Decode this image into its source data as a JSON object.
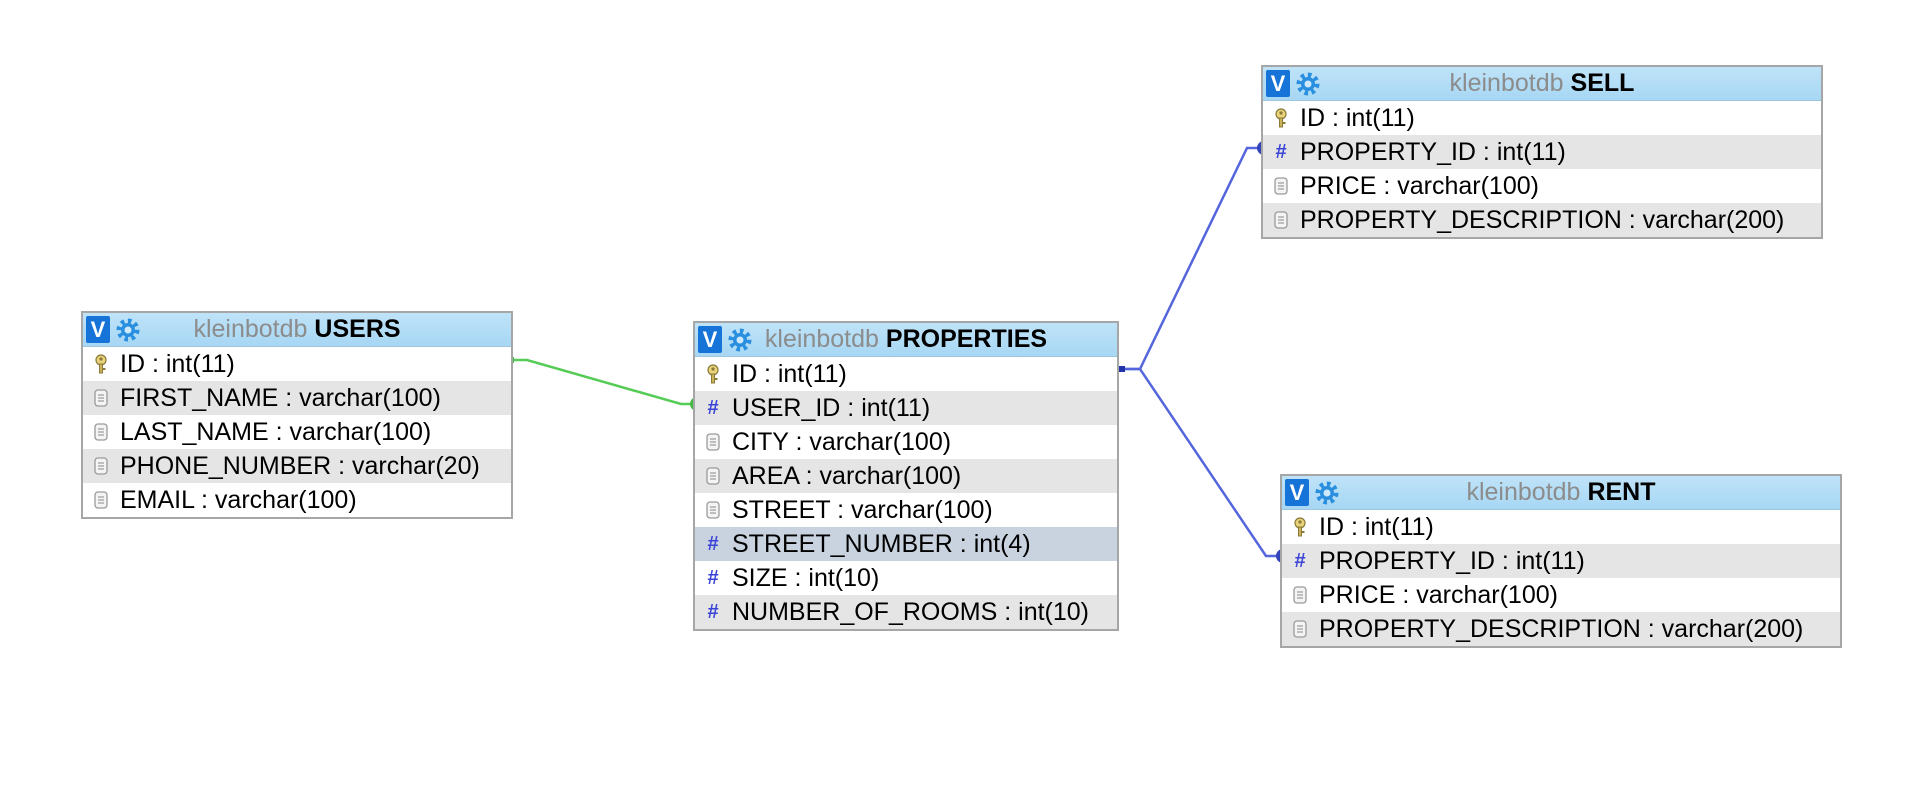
{
  "db_name": "kleinbotdb",
  "toggle_label": "V",
  "colors": {
    "header": "#a7d7f4",
    "toggle": "#1673d8",
    "fk_hash": "#3b44d6",
    "users_link": "#55cc55",
    "property_link": "#5566dd",
    "alt_row": "#e5e5e5",
    "selected_row": "#c8d3df"
  },
  "tables": {
    "users": {
      "name": "USERS",
      "columns": [
        {
          "icon": "key-icon",
          "text": "ID : int(11)"
        },
        {
          "icon": "field-icon",
          "text": "FIRST_NAME : varchar(100)"
        },
        {
          "icon": "field-icon",
          "text": "LAST_NAME : varchar(100)"
        },
        {
          "icon": "field-icon",
          "text": "PHONE_NUMBER : varchar(20)"
        },
        {
          "icon": "field-icon",
          "text": "EMAIL : varchar(100)"
        }
      ]
    },
    "properties": {
      "name": "PROPERTIES",
      "columns": [
        {
          "icon": "key-icon",
          "text": "ID : int(11)"
        },
        {
          "icon": "hash-icon",
          "text": "USER_ID : int(11)"
        },
        {
          "icon": "field-icon",
          "text": "CITY : varchar(100)"
        },
        {
          "icon": "field-icon",
          "text": "AREA : varchar(100)"
        },
        {
          "icon": "field-icon",
          "text": "STREET : varchar(100)"
        },
        {
          "icon": "hash-icon",
          "text": "STREET_NUMBER : int(4)"
        },
        {
          "icon": "hash-icon",
          "text": "SIZE : int(10)"
        },
        {
          "icon": "hash-icon",
          "text": "NUMBER_OF_ROOMS : int(10)"
        }
      ]
    },
    "sell": {
      "name": "SELL",
      "columns": [
        {
          "icon": "key-icon",
          "text": "ID : int(11)"
        },
        {
          "icon": "hash-icon",
          "text": "PROPERTY_ID : int(11)"
        },
        {
          "icon": "field-icon",
          "text": "PRICE : varchar(100)"
        },
        {
          "icon": "field-icon",
          "text": "PROPERTY_DESCRIPTION : varchar(200)"
        }
      ]
    },
    "rent": {
      "name": "RENT",
      "columns": [
        {
          "icon": "key-icon",
          "text": "ID : int(11)"
        },
        {
          "icon": "hash-icon",
          "text": "PROPERTY_ID : int(11)"
        },
        {
          "icon": "field-icon",
          "text": "PRICE : varchar(100)"
        },
        {
          "icon": "field-icon",
          "text": "PROPERTY_DESCRIPTION : varchar(200)"
        }
      ]
    }
  }
}
